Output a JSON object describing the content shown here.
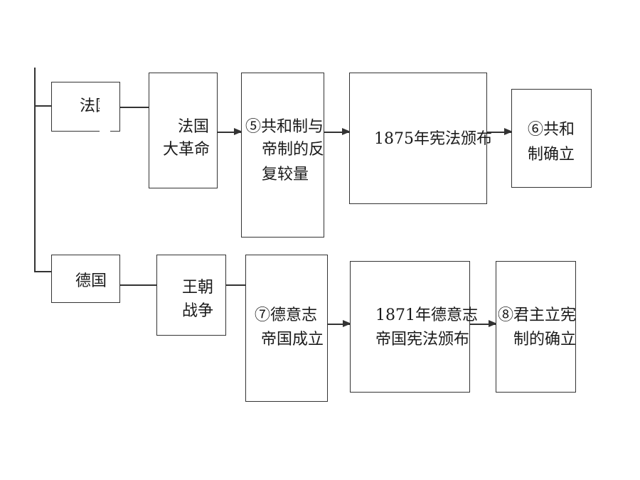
{
  "diagram": {
    "row_france": {
      "country": "法国",
      "revolution_lines": [
        "法国",
        "大革命"
      ],
      "struggle_lines": [
        "⑤共和制与",
        "帝制的反",
        "复较量"
      ],
      "constitution": "1875年宪法颁布",
      "result_lines": [
        "⑥共和",
        "制确立"
      ]
    },
    "row_germany": {
      "country": "德国",
      "war_lines": [
        "王朝",
        "战争"
      ],
      "founding_lines": [
        "⑦德意志",
        "帝国成立"
      ],
      "constitution_lines": [
        "1871年德意志",
        "帝国宪法颁布"
      ],
      "result_lines": [
        "⑧君主立宪",
        "制的确立"
      ]
    }
  }
}
